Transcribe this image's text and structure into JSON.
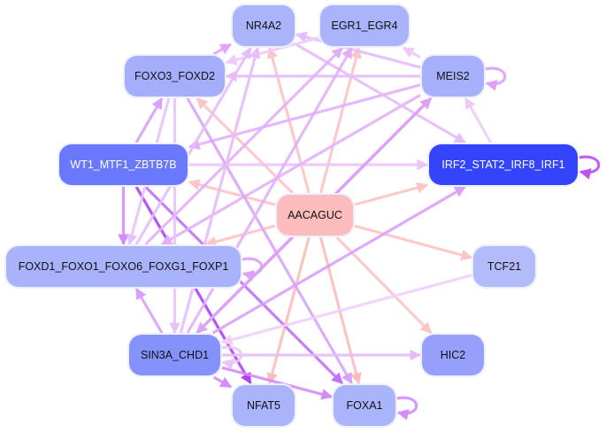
{
  "graph": {
    "title": "",
    "nodes": [
      {
        "id": "NR4A2",
        "label": "NR4A2",
        "color": "#aab4fb",
        "text": "dark"
      },
      {
        "id": "EGR1_EGR4",
        "label": "EGR1_EGR4",
        "color": "#aab4fb",
        "text": "dark"
      },
      {
        "id": "FOXO3_FOXD2",
        "label": "FOXO3_FOXD2",
        "color": "#a4aefb",
        "text": "dark"
      },
      {
        "id": "MEIS2",
        "label": "MEIS2",
        "color": "#a7b1fb",
        "text": "dark"
      },
      {
        "id": "WT1_MTF1_ZBTB7B",
        "label": "WT1_MTF1_ZBTB7B",
        "color": "#6a78fb",
        "text": "light"
      },
      {
        "id": "IRF2_STAT2_IRF8_IRF1",
        "label": "IRF2_STAT2_IRF8_IRF1",
        "color": "#3344fb",
        "text": "light"
      },
      {
        "id": "AACAGUC",
        "label": "AACAGUC",
        "color": "#fcbcbc",
        "text": "dark"
      },
      {
        "id": "FOXD1_FOXO1_FOXO6_FOXG1_FOXP1",
        "label": "FOXD1_FOXO1_FOXO6_FOXG1_FOXP1",
        "color": "#a9b3fb",
        "text": "dark"
      },
      {
        "id": "TCF21",
        "label": "TCF21",
        "color": "#b3bbfb",
        "text": "dark"
      },
      {
        "id": "SIN3A_CHD1",
        "label": "SIN3A_CHD1",
        "color": "#8692fb",
        "text": "dark"
      },
      {
        "id": "HIC2",
        "label": "HIC2",
        "color": "#969ffb",
        "text": "dark"
      },
      {
        "id": "NFAT5",
        "label": "NFAT5",
        "color": "#aab4fb",
        "text": "dark"
      },
      {
        "id": "FOXA1",
        "label": "FOXA1",
        "color": "#aab4fb",
        "text": "dark"
      }
    ],
    "edges": [
      {
        "from": "AACAGUC",
        "to": "NR4A2",
        "color": "#fcc4c4"
      },
      {
        "from": "AACAGUC",
        "to": "EGR1_EGR4",
        "color": "#fcc4c4"
      },
      {
        "from": "AACAGUC",
        "to": "FOXO3_FOXD2",
        "color": "#fcc4c4"
      },
      {
        "from": "AACAGUC",
        "to": "MEIS2",
        "color": "#fcc4c4"
      },
      {
        "from": "AACAGUC",
        "to": "WT1_MTF1_ZBTB7B",
        "color": "#fcc4c4"
      },
      {
        "from": "AACAGUC",
        "to": "IRF2_STAT2_IRF8_IRF1",
        "color": "#fcc4c4"
      },
      {
        "from": "AACAGUC",
        "to": "FOXD1_FOXO1_FOXO6_FOXG1_FOXP1",
        "color": "#fcc4c4"
      },
      {
        "from": "AACAGUC",
        "to": "TCF21",
        "color": "#fcc4c4"
      },
      {
        "from": "AACAGUC",
        "to": "SIN3A_CHD1",
        "color": "#fcbcbc"
      },
      {
        "from": "AACAGUC",
        "to": "HIC2",
        "color": "#fcc4c4"
      },
      {
        "from": "AACAGUC",
        "to": "NFAT5",
        "color": "#fcbcbc"
      },
      {
        "from": "AACAGUC",
        "to": "FOXA1",
        "color": "#fcbcbc"
      },
      {
        "from": "FOXO3_FOXD2",
        "to": "NR4A2",
        "color": "#e2a4fb"
      },
      {
        "from": "WT1_MTF1_ZBTB7B",
        "to": "FOXO3_FOXD2",
        "color": "#dca0fb"
      },
      {
        "from": "WT1_MTF1_ZBTB7B",
        "to": "FOXD1_FOXO1_FOXO6_FOXG1_FOXP1",
        "color": "#d38cfb"
      },
      {
        "from": "WT1_MTF1_ZBTB7B",
        "to": "IRF2_STAT2_IRF8_IRF1",
        "color": "#ecc4fb"
      },
      {
        "from": "WT1_MTF1_ZBTB7B",
        "to": "FOXA1",
        "color": "#c070fb"
      },
      {
        "from": "WT1_MTF1_ZBTB7B",
        "to": "NFAT5",
        "color": "#b040f4"
      },
      {
        "from": "MEIS2",
        "to": "EGR1_EGR4",
        "color": "#eccbfb"
      },
      {
        "from": "MEIS2",
        "to": "NR4A2",
        "color": "#e6bcfb"
      },
      {
        "from": "MEIS2",
        "to": "FOXO3_FOXD2",
        "color": "#e6bcfb"
      },
      {
        "from": "MEIS2",
        "to": "WT1_MTF1_ZBTB7B",
        "color": "#e2b0fb"
      },
      {
        "from": "MEIS2",
        "to": "FOXD1_FOXO1_FOXO6_FOXG1_FOXP1",
        "color": "#e2b0fb"
      },
      {
        "from": "MEIS2",
        "to": "SIN3A_CHD1",
        "color": "#dcacfb"
      },
      {
        "from": "MEIS2",
        "to": "MEIS2",
        "color": "#dca0fb"
      },
      {
        "from": "IRF2_STAT2_IRF8_IRF1",
        "to": "MEIS2",
        "color": "#eccbfb"
      },
      {
        "from": "IRF2_STAT2_IRF8_IRF1",
        "to": "IRF2_STAT2_IRF8_IRF1",
        "color": "#c050f4"
      },
      {
        "from": "NR4A2",
        "to": "IRF2_STAT2_IRF8_IRF1",
        "color": "#e6bcfb"
      },
      {
        "from": "EGR1_EGR4",
        "to": "FOXO3_FOXD2",
        "color": "#eccbfb"
      },
      {
        "from": "FOXO3_FOXD2",
        "to": "FOXA1",
        "color": "#d8a4fb"
      },
      {
        "from": "FOXO3_FOXD2",
        "to": "SIN3A_CHD1",
        "color": "#e6c4fb"
      },
      {
        "from": "FOXO3_FOXD2",
        "to": "FOXD1_FOXO1_FOXO6_FOXG1_FOXP1",
        "color": "#e6c4fb"
      },
      {
        "from": "FOXD1_FOXO1_FOXO6_FOXG1_FOXP1",
        "to": "NR4A2",
        "color": "#e6bcfb"
      },
      {
        "from": "FOXD1_FOXO1_FOXO6_FOXG1_FOXP1",
        "to": "EGR1_EGR4",
        "color": "#e2b0fb"
      },
      {
        "from": "FOXD1_FOXO1_FOXO6_FOXG1_FOXP1",
        "to": "FOXD1_FOXO1_FOXO6_FOXG1_FOXP1",
        "color": "#dca0fb"
      },
      {
        "from": "SIN3A_CHD1",
        "to": "FOXD1_FOXO1_FOXO6_FOXG1_FOXP1",
        "color": "#d8a0fb"
      },
      {
        "from": "SIN3A_CHD1",
        "to": "NR4A2",
        "color": "#e6bcfb"
      },
      {
        "from": "SIN3A_CHD1",
        "to": "EGR1_EGR4",
        "color": "#e2b0fb"
      },
      {
        "from": "SIN3A_CHD1",
        "to": "MEIS2",
        "color": "#dca0fb"
      },
      {
        "from": "SIN3A_CHD1",
        "to": "IRF2_STAT2_IRF8_IRF1",
        "color": "#dca0fb"
      },
      {
        "from": "SIN3A_CHD1",
        "to": "HIC2",
        "color": "#e6bcfb"
      },
      {
        "from": "SIN3A_CHD1",
        "to": "NFAT5",
        "color": "#d38cfb"
      },
      {
        "from": "SIN3A_CHD1",
        "to": "FOXA1",
        "color": "#d38cfb"
      },
      {
        "from": "SIN3A_CHD1",
        "to": "SIN3A_CHD1",
        "color": "#ecc4fb"
      },
      {
        "from": "TCF21",
        "to": "SIN3A_CHD1",
        "color": "#f0d0fb"
      },
      {
        "from": "FOXA1",
        "to": "FOXA1",
        "color": "#d38cfb"
      }
    ]
  }
}
